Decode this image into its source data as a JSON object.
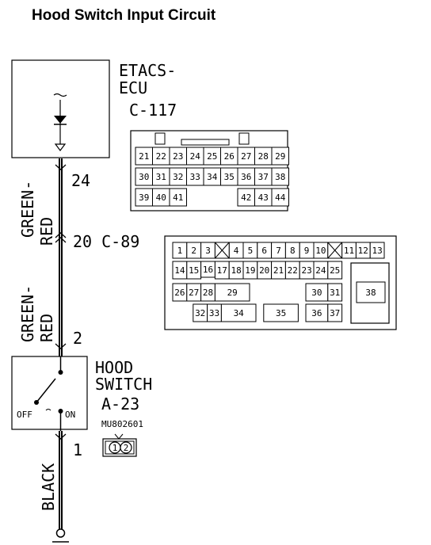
{
  "title": "Hood Switch Input Circuit",
  "ecu": {
    "line1": "ETACS-",
    "line2": "ECU",
    "connector": "C-117"
  },
  "wire_upper": {
    "color_line1": "GREEN-",
    "color_line2": "RED",
    "pin_top": "24",
    "junction": "20 C-89"
  },
  "wire_middle": {
    "color_line1": "GREEN-",
    "color_line2": "RED",
    "pin": "2"
  },
  "switch": {
    "line1": "HOOD",
    "line2": "SWITCH",
    "connector": "A-23",
    "off_label": "OFF",
    "on_label": "ON",
    "part_number": "MU802601",
    "plug_pins": [
      "1",
      "2"
    ]
  },
  "wire_lower": {
    "color": "BLACK",
    "pin": "1"
  },
  "connector_c117": {
    "row1": [
      "21",
      "22",
      "23",
      "24",
      "25",
      "26",
      "27",
      "28",
      "29"
    ],
    "row2": [
      "30",
      "31",
      "32",
      "33",
      "34",
      "35",
      "36",
      "37",
      "38"
    ],
    "row3": [
      "39",
      "40",
      "41",
      "42",
      "43",
      "44"
    ]
  },
  "connector_c89": {
    "pins": [
      "1",
      "2",
      "3",
      "4",
      "5",
      "6",
      "7",
      "8",
      "9",
      "10",
      "11",
      "12",
      "13",
      "14",
      "15",
      "16",
      "17",
      "18",
      "19",
      "20",
      "21",
      "22",
      "23",
      "24",
      "25",
      "26",
      "27",
      "28",
      "29",
      "30",
      "31",
      "32",
      "33",
      "34",
      "35",
      "36",
      "37",
      "38"
    ]
  }
}
